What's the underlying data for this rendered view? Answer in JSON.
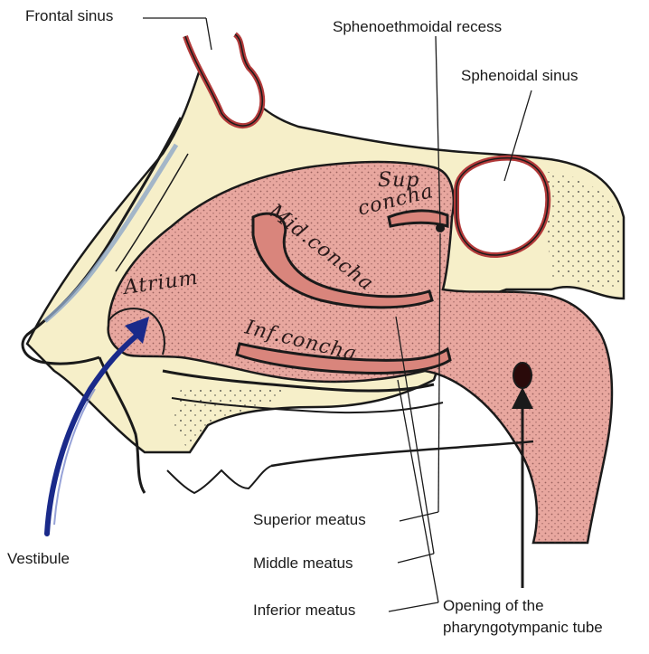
{
  "labels": {
    "frontal_sinus": "Frontal sinus",
    "sphenoethmoidal_recess": "Sphenoethmoidal recess",
    "sphenoidal_sinus": "Sphenoidal sinus",
    "vestibule": "Vestibule",
    "superior_meatus": "Superior meatus",
    "middle_meatus": "Middle meatus",
    "inferior_meatus": "Inferior meatus",
    "pharyngotympanic_line1": "Opening of the",
    "pharyngotympanic_line2": "pharyngotympanic tube"
  },
  "handwritten": {
    "sup": "Sup",
    "concha_sup": "concha",
    "mid_concha": "Mid.concha",
    "atrium": "Atrium",
    "inf_concha": "Inf.concha"
  },
  "colors": {
    "mucosa": "#e8a79f",
    "bone": "#f6efc9",
    "outline": "#1a1a1a",
    "arrow_vestibule": "#1a2a8a"
  }
}
